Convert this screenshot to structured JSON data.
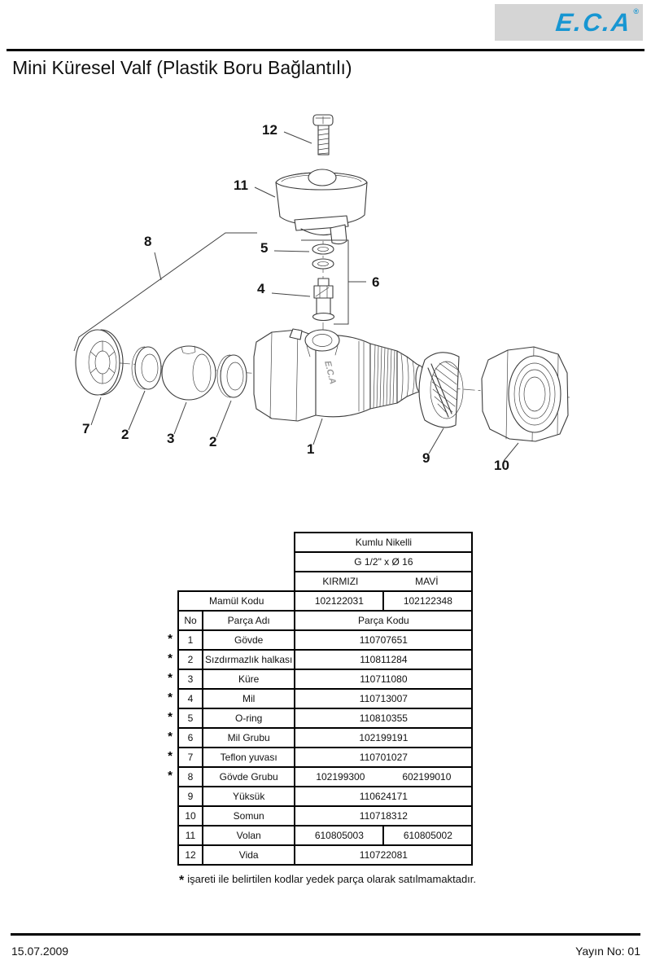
{
  "logo": {
    "text": "E.C.A",
    "registered_mark": "®",
    "brand_color": "#1796d2",
    "background": "#d5d5d5"
  },
  "page": {
    "title": "Mini Küresel Valf (Plastik Boru Bağlantılı)"
  },
  "diagram": {
    "embossed_brand": "E.C.A",
    "callouts": [
      "12",
      "11",
      "8",
      "5",
      "4",
      "6",
      "7",
      "2",
      "3",
      "2",
      "1",
      "9",
      "10"
    ]
  },
  "table": {
    "star_symbol": "*",
    "header": {
      "finish": "Kumlu Nikelli",
      "size": "G 1/2\" x Ø 16",
      "color_left": "KIRMIZI",
      "color_right": "MAVİ",
      "product_code_label": "Mamül Kodu",
      "product_code_red": "102122031",
      "product_code_blue": "102122348",
      "col_no": "No",
      "col_part_name": "Parça Adı",
      "col_part_code": "Parça Kodu"
    },
    "rows": [
      {
        "star": true,
        "no": "1",
        "name": "Gövde",
        "code": "110707651"
      },
      {
        "star": true,
        "no": "2",
        "name": "Sızdırmazlık halkası",
        "code": "110811284"
      },
      {
        "star": true,
        "no": "3",
        "name": "Küre",
        "code": "110711080"
      },
      {
        "star": true,
        "no": "4",
        "name": "Mil",
        "code": "110713007"
      },
      {
        "star": true,
        "no": "5",
        "name": "O-ring",
        "code": "110810355"
      },
      {
        "star": true,
        "no": "6",
        "name": "Mil Grubu",
        "code": "102199191"
      },
      {
        "star": true,
        "no": "7",
        "name": "Teflon yuvası",
        "code": "110701027"
      },
      {
        "star": true,
        "no": "8",
        "name": "Gövde Grubu",
        "code_left": "102199300",
        "code_right": "602199010"
      },
      {
        "star": false,
        "no": "9",
        "name": "Yüksük",
        "code": "110624171"
      },
      {
        "star": false,
        "no": "10",
        "name": "Somun",
        "code": "110718312"
      },
      {
        "star": false,
        "no": "11",
        "name": "Volan",
        "code_left": "610805003",
        "code_right": "610805002"
      },
      {
        "star": false,
        "no": "12",
        "name": "Vida",
        "code": "110722081"
      }
    ]
  },
  "footnote": {
    "star": "*",
    "text": "işareti ile belirtilen kodlar yedek parça olarak satılmamaktadır."
  },
  "footer": {
    "date": "15.07.2009",
    "issue": "Yayın No: 01"
  }
}
